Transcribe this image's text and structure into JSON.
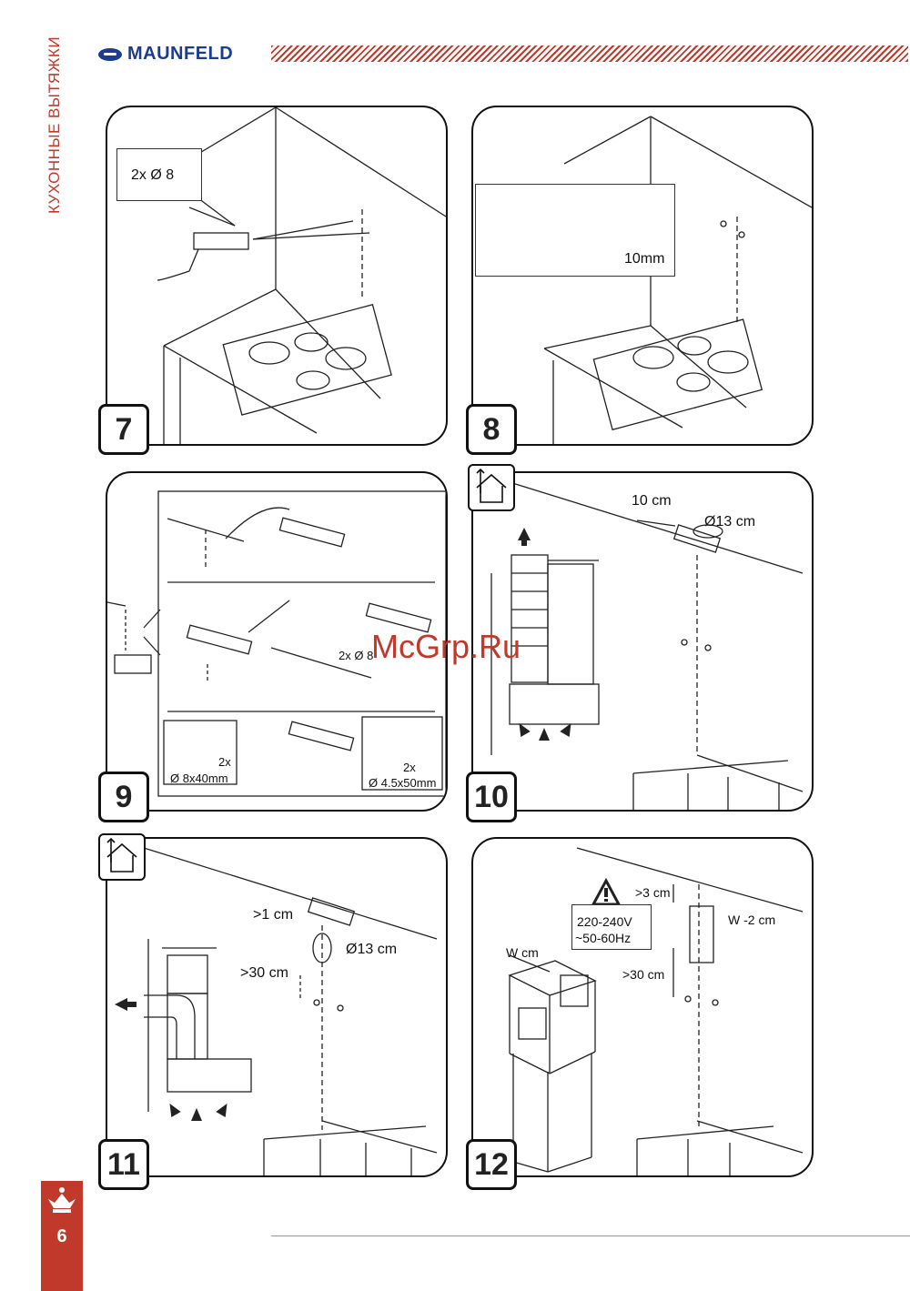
{
  "header": {
    "brand": "MAUNFELD",
    "side_title": "КУХОННЫЕ ВЫТЯЖКИ"
  },
  "watermark": "McGrp.Ru",
  "page_number": "6",
  "steps": {
    "s7": {
      "number": "7",
      "callout": "2x Ø 8"
    },
    "s8": {
      "number": "8",
      "dim": "10mm"
    },
    "s9": {
      "number": "9",
      "drill": "2x Ø 8",
      "anchor_qty": "2x",
      "anchor_size": "Ø 8x40mm",
      "screw_qty": "2x",
      "screw_size": "Ø 4.5x50mm"
    },
    "s10": {
      "number": "10",
      "dim_a": "10 cm",
      "dim_b": "Ø13 cm"
    },
    "s11": {
      "number": "11",
      "dim_a": ">1 cm",
      "dim_b": "Ø13 cm",
      "dim_c": ">30 cm"
    },
    "s12": {
      "number": "12",
      "dim_a": ">3 cm",
      "voltage": "220-240V",
      "freq": "~50-60Hz",
      "dim_w": "W -2 cm",
      "dim_wcm": "W cm",
      "dim_c": ">30 cm"
    }
  },
  "colors": {
    "accent": "#c0392b",
    "brand": "#1c3d8f"
  }
}
